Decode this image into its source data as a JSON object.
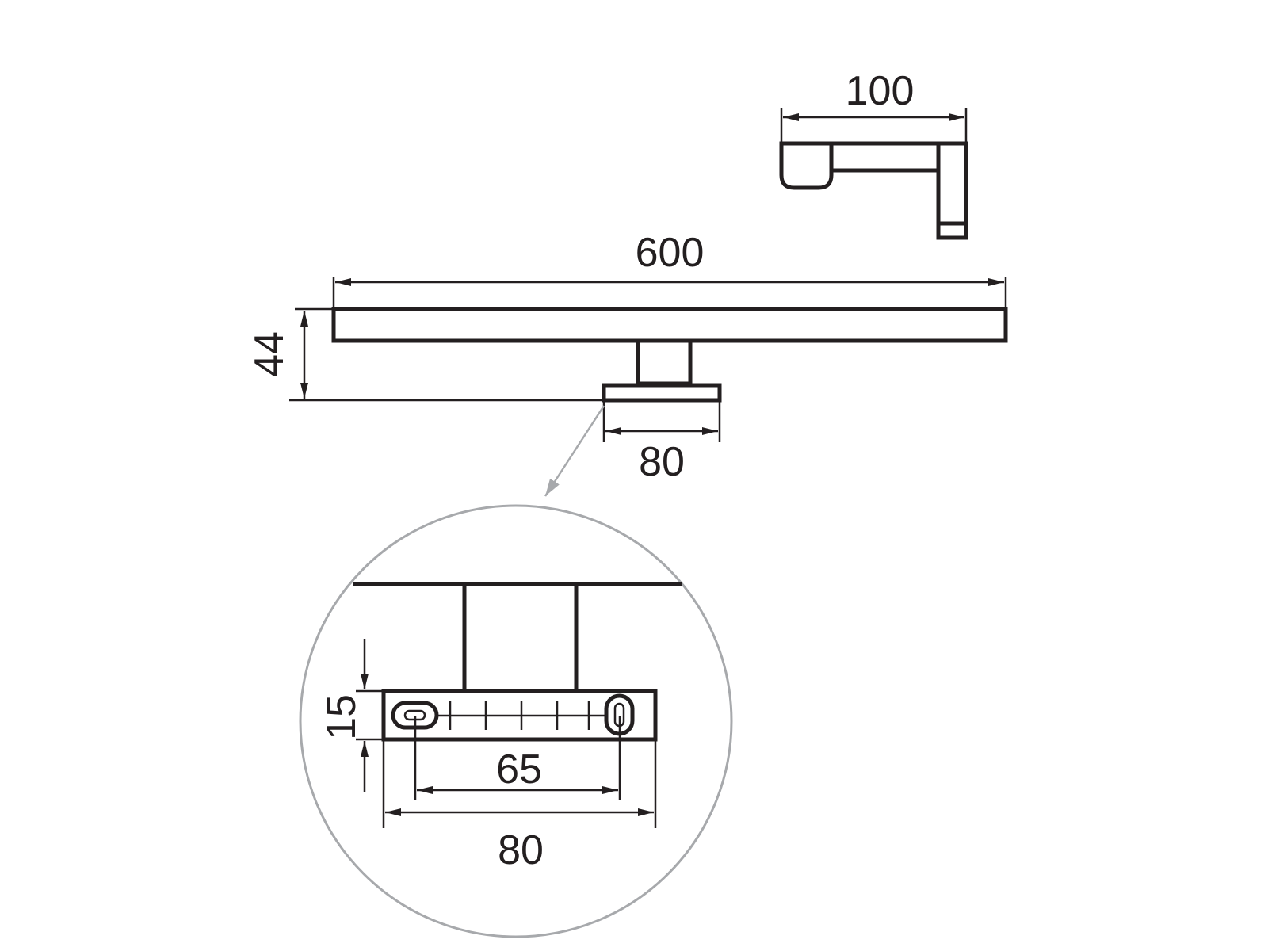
{
  "drawing": {
    "subject": "mirror-lamp-dimension-drawing",
    "colors": {
      "line": "#231f20",
      "detail_circle": "#a7a9ac",
      "background": "#ffffff"
    },
    "dimensions": {
      "depth": "100",
      "length": "600",
      "height": "44",
      "bracket_width": "80",
      "detail_plate_height": "15",
      "detail_hole_spacing": "65",
      "detail_plate_width": "80"
    }
  }
}
